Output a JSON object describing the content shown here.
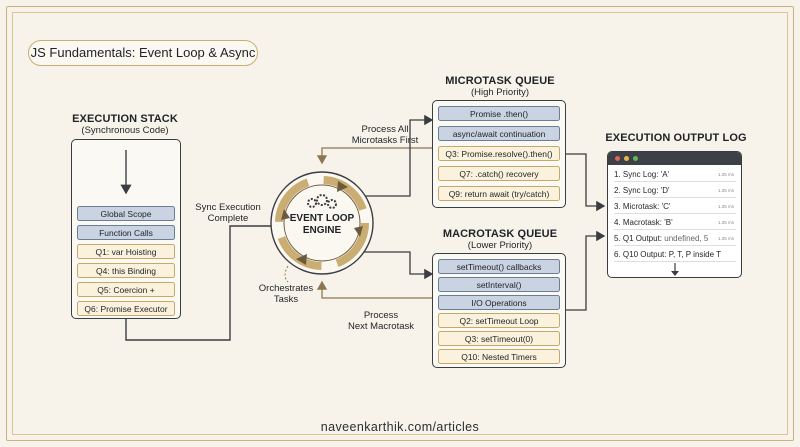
{
  "title": "JS Fundamentals: Event Loop & Async",
  "execution_stack": {
    "heading": "EXECUTION STACK",
    "subheading": "(Synchronous Code)",
    "items": [
      "Global Scope",
      "Function Calls",
      "Q1: var Hoisting",
      "Q4: this Binding",
      "Q5: Coercion +",
      "Q6: Promise Executor"
    ]
  },
  "microtask_queue": {
    "heading": "MICROTASK QUEUE",
    "subheading": "(High Priority)",
    "items": [
      "Promise .then()",
      "async/await continuation",
      "Q3: Promise.resolve().then()",
      "Q7: .catch() recovery",
      "Q9: return await (try/catch)"
    ]
  },
  "macrotask_queue": {
    "heading": "MACROTASK QUEUE",
    "subheading": "(Lower Priority)",
    "items": [
      "setTimeout() callbacks",
      "setInterval()",
      "I/O Operations",
      "Q2: setTimeout Loop",
      "Q3: setTimeout(0)",
      "Q10: Nested Timers"
    ]
  },
  "engine": {
    "line1": "EVENT LOOP",
    "line2": "ENGINE"
  },
  "labels": {
    "sync_complete_1": "Sync Execution",
    "sync_complete_2": "Complete",
    "process_micro_1": "Process All",
    "process_micro_2": "Microtasks First",
    "process_macro_1": "Process",
    "process_macro_2": "Next Macrotask",
    "orchestrates_1": "Orchestrates",
    "orchestrates_2": "Tasks"
  },
  "output_log": {
    "heading": "EXECUTION OUTPUT LOG",
    "rows": [
      {
        "label": "1. Sync Log: 'A'",
        "extra": "",
        "time": "1.35 ms"
      },
      {
        "label": "2. Sync Log: 'D'",
        "extra": "",
        "time": "1.35 ms"
      },
      {
        "label": "3. Microtask: 'C'",
        "extra": "",
        "time": "1.35 ms"
      },
      {
        "label": "4. Macrotask: 'B'",
        "extra": "",
        "time": "1.35 ms"
      },
      {
        "label": "5. Q1 Output:",
        "extra": "undefined, 5",
        "time": "1.35 ms"
      },
      {
        "label": "6. Q10 Output: P, T, P inside T",
        "extra": "",
        "time": ""
      }
    ]
  },
  "footer": "naveenkarthik.com/articles",
  "colors": {
    "accent_gold": "#c9ad73",
    "queue_blue": "#c9d3e2",
    "queue_cream": "#fbf2dd",
    "dark": "#3a3d42"
  }
}
